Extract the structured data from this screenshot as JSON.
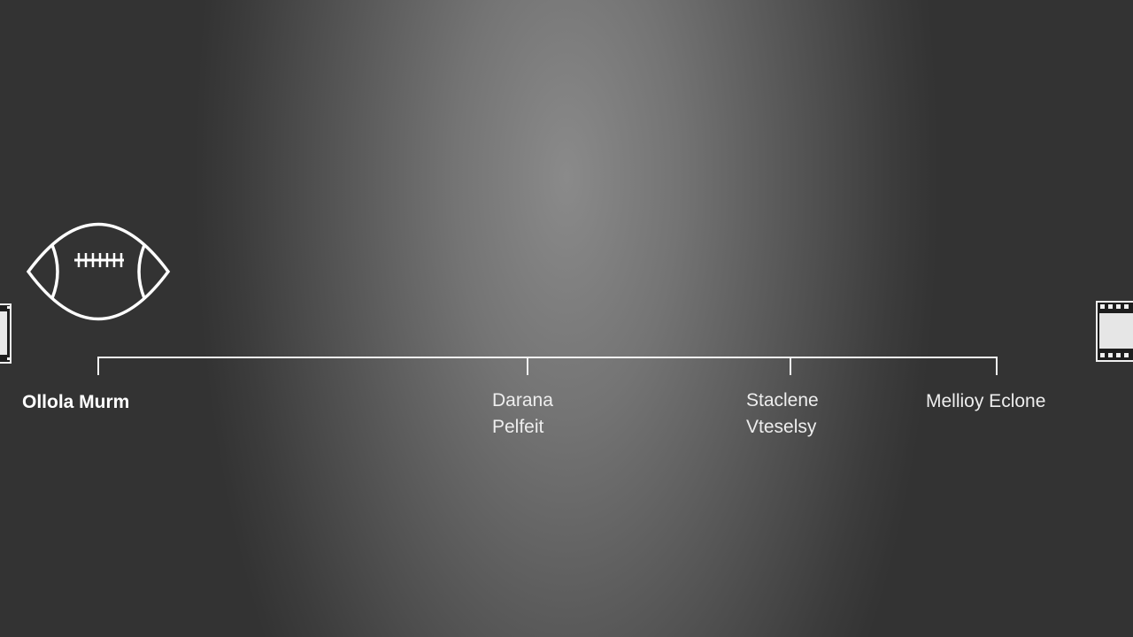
{
  "timeline": {
    "events": [
      {
        "lines": [
          "Ollola Murm"
        ]
      },
      {
        "lines": [
          "Darana",
          "Pelfeit"
        ]
      },
      {
        "lines": [
          "Staclene",
          "Vteselsy"
        ]
      },
      {
        "lines": [
          "Mellioy Eclone"
        ]
      }
    ]
  },
  "icons": {
    "start": "football-icon",
    "left_edge": "film-strip-icon",
    "right_edge": "film-strip-icon"
  },
  "colors": {
    "line": "#f2f2f2",
    "text": "#eeeeee",
    "background_center": "#8a8a8a",
    "background_edge": "#333333"
  }
}
